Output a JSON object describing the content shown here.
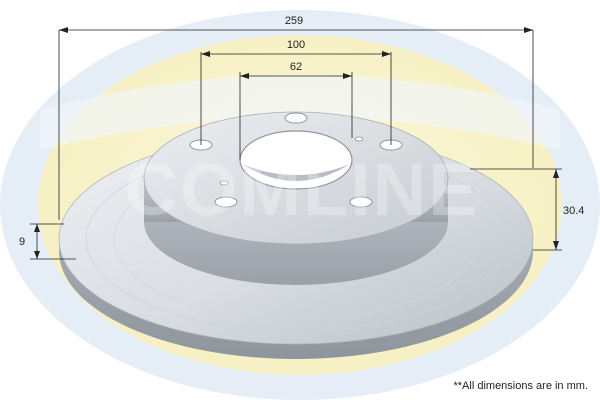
{
  "dimensions": {
    "outer_diameter": "259",
    "bolt_circle": "100",
    "center_bore": "62",
    "height": "30.4",
    "thickness": "9"
  },
  "watermark": {
    "brand": "COMLINE"
  },
  "note": "**All dimensions are in mm.",
  "colors": {
    "disc_light": "#e4e7ec",
    "disc_mid": "#c3c8cf",
    "disc_dark": "#9aa1a9",
    "dimension_line": "#222222",
    "watermark_yellow": "#f6efb6",
    "watermark_blue": "#d7e3f2"
  }
}
